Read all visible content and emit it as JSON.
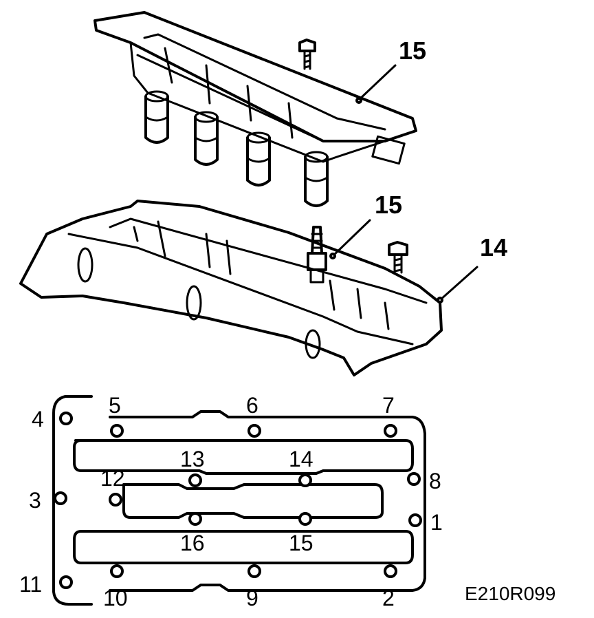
{
  "diagram": {
    "figure_code": "E210R099",
    "part_callouts": {
      "coil": "15",
      "spark_plug": "15",
      "cam_cover": "14"
    },
    "bolt_sequence": [
      "1",
      "2",
      "3",
      "4",
      "5",
      "6",
      "7",
      "8",
      "9",
      "10",
      "11",
      "12",
      "13",
      "14",
      "15",
      "16"
    ]
  }
}
